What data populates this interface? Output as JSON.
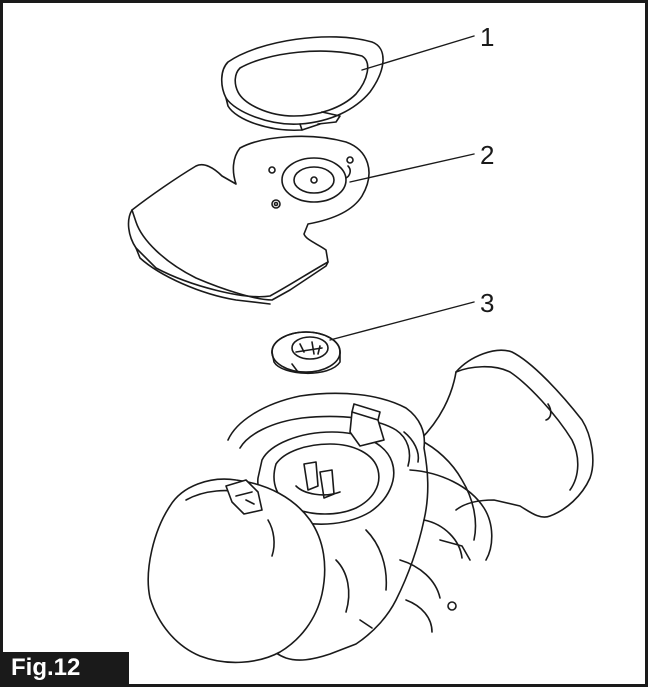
{
  "figure": {
    "label": "Fig.12"
  },
  "callouts": [
    "1",
    "2",
    "3"
  ],
  "colors": {
    "ink": "#1a1a1a",
    "background": "#ffffff"
  }
}
